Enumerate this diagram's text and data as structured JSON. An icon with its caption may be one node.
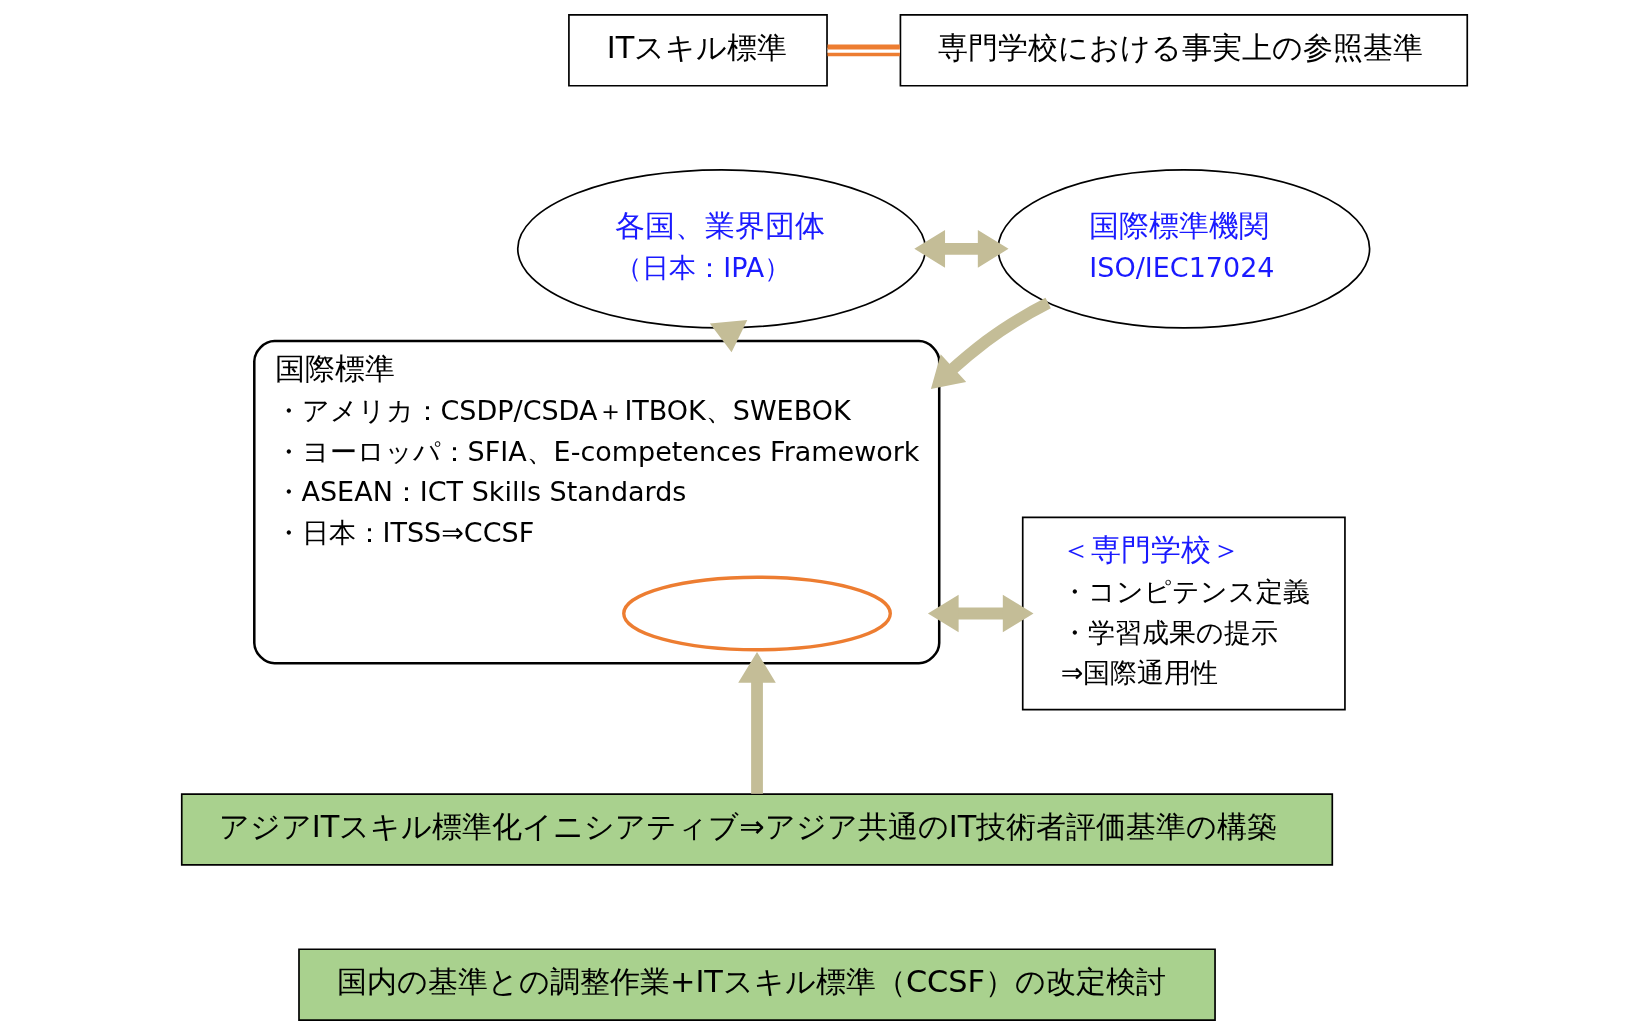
{
  "diagram": {
    "nodes": [
      {
        "text": [
          "ITスキル標準"
        ]
      },
      {
        "text": [
          "専門学校における事実上の参照基準"
        ]
      },
      {
        "text": [
          "各国、業界団体",
          "（日本：IPA）"
        ]
      },
      {
        "text": [
          "国際標準機関",
          "ISO/IEC17024"
        ]
      },
      {
        "text": [
          "国際標準",
          "・アメリカ：CSDP/CSDA＋ITBOK、SWEBOK",
          "・ヨーロッパ：SFIA、E-competences Framework",
          "・ASEAN：ICT Skills Standards",
          "・日本：ITSS⇒CCSF"
        ]
      },
      {
        "text": [],
        "shape": "ellipse",
        "in": 4
      },
      {
        "text": [
          "＜専門学校＞",
          "・コンピテンス定義",
          "・学習成果の提示",
          "⇒国際通用性"
        ]
      },
      {
        "text": [
          "アジアITスキル標準化イニシアティブ⇒アジア共通のIT技術者評価基準の構築"
        ]
      },
      {
        "text": [
          "国内の基準との調整作業+ITスキル標準（CCSF）の改定検討"
        ]
      }
    ],
    "edges": [
      {
        "from": 0,
        "to": 1,
        "arrow": "none",
        "color": "#ed7d31"
      },
      {
        "from": 2,
        "to": 3,
        "arrow": "both"
      },
      {
        "from": 2,
        "to": 4,
        "arrow": "to"
      },
      {
        "from": 3,
        "to": 4,
        "arrow": "to"
      },
      {
        "from": 4,
        "to": 6,
        "arrow": "both"
      },
      {
        "from": 7,
        "to": 4,
        "arrow": "to"
      }
    ]
  }
}
